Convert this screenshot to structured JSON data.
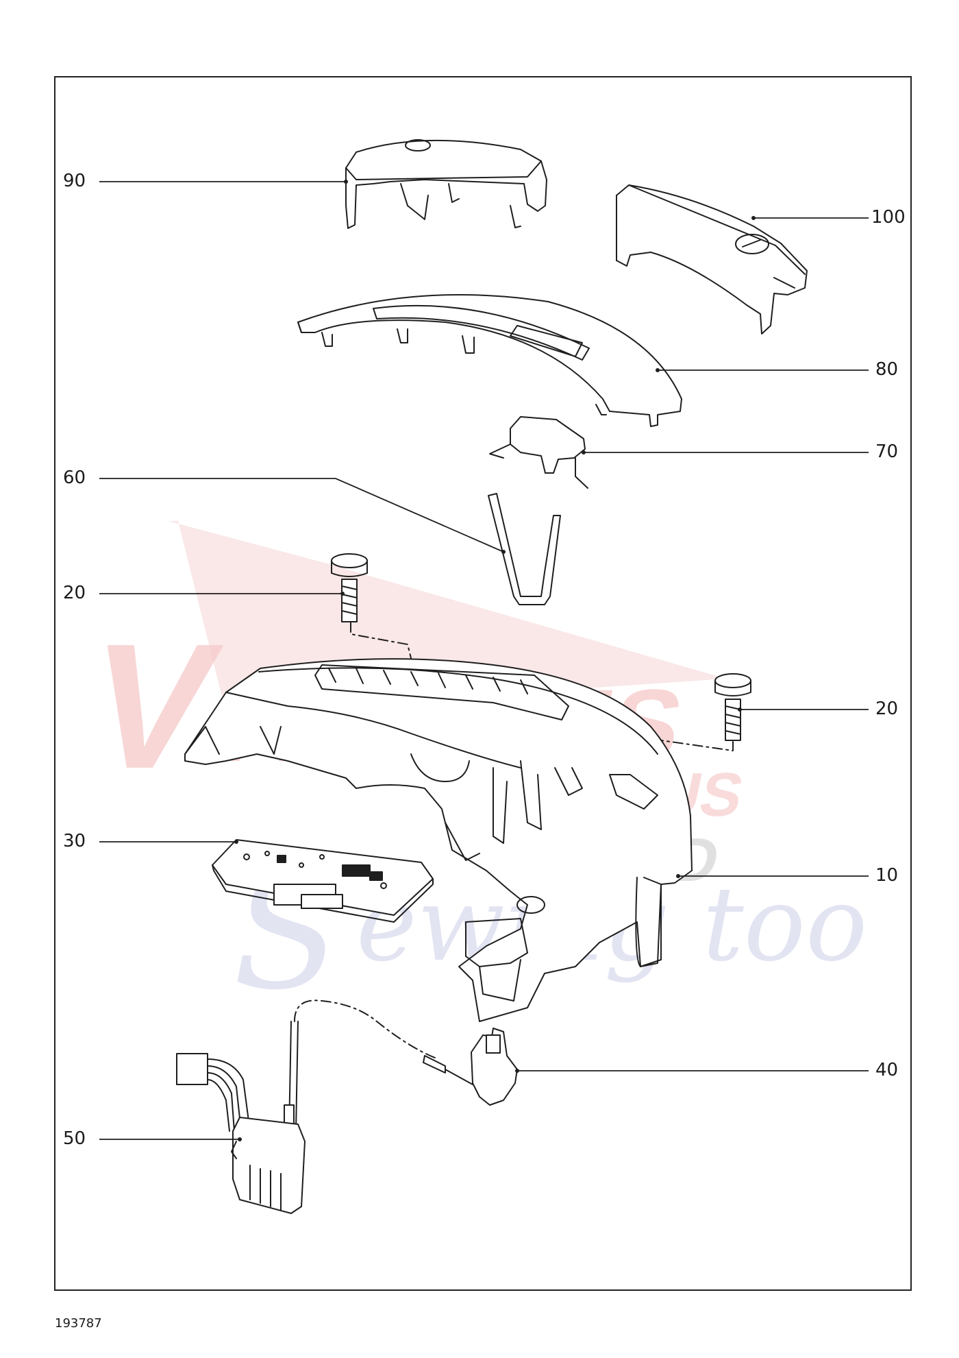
{
  "callouts": [
    {
      "id": "c90",
      "label": "90"
    },
    {
      "id": "c100",
      "label": "100"
    },
    {
      "id": "c80",
      "label": "80"
    },
    {
      "id": "c70",
      "label": "70"
    },
    {
      "id": "c60",
      "label": "60"
    },
    {
      "id": "c20a",
      "label": "20"
    },
    {
      "id": "c20b",
      "label": "20"
    },
    {
      "id": "c30",
      "label": "30"
    },
    {
      "id": "c10",
      "label": "10"
    },
    {
      "id": "c40",
      "label": "40"
    },
    {
      "id": "c50",
      "label": "50"
    }
  ],
  "document_number": "193787",
  "watermark": {
    "line1": "VACUUMS",
    "line2": "R-US",
    "line3": "AND",
    "line4": "Sewing too"
  }
}
